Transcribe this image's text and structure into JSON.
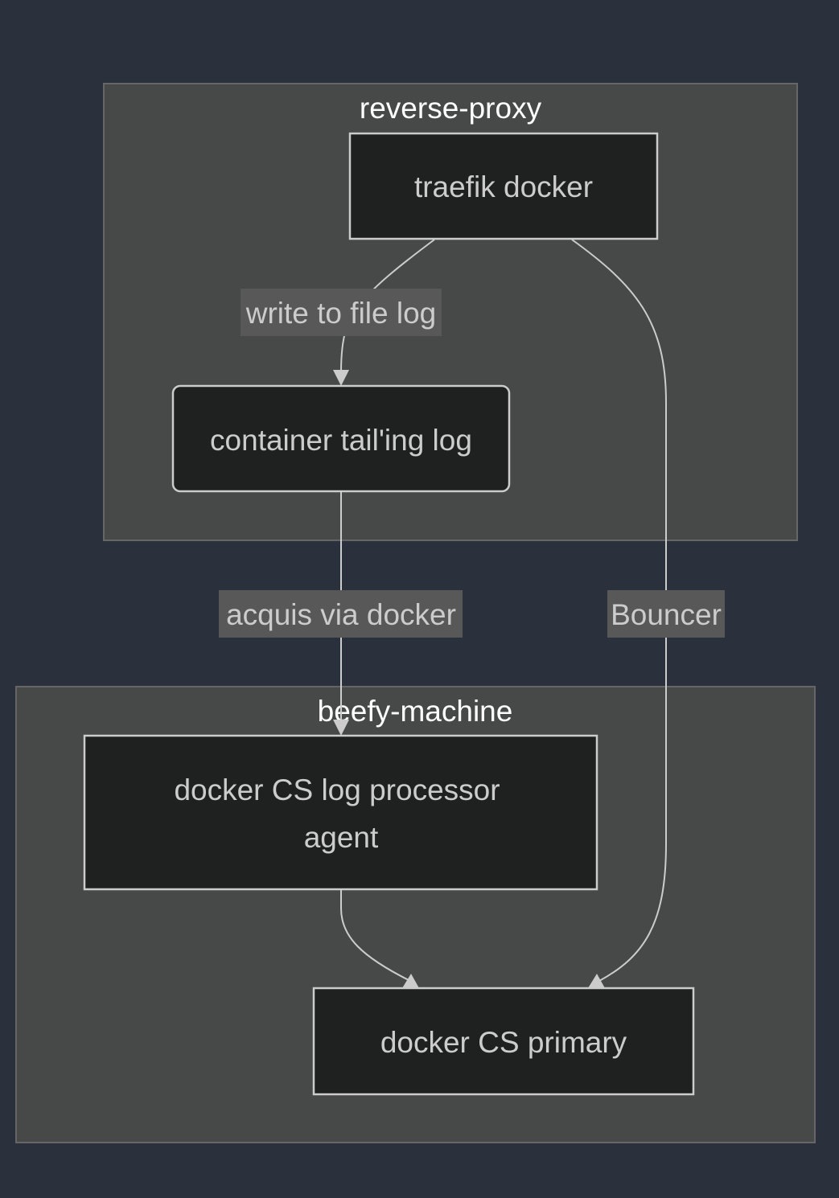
{
  "diagram": {
    "type": "flowchart",
    "direction": "top-down",
    "colors": {
      "background": "#2a303c",
      "cluster_fill": "#474948",
      "node_fill": "#1f2020",
      "line": "#cccccc",
      "edge_label_bg": "#585858"
    },
    "clusters": [
      {
        "id": "reverse_proxy",
        "label": "reverse-proxy"
      },
      {
        "id": "beefy_machine",
        "label": "beefy-machine"
      }
    ],
    "nodes": [
      {
        "id": "traefik",
        "label": "traefik docker",
        "cluster": "reverse-proxy",
        "shape": "rect"
      },
      {
        "id": "tailer",
        "label": "container tail'ing log",
        "cluster": "reverse-proxy",
        "shape": "rounded"
      },
      {
        "id": "agent",
        "label_lines": [
          "docker CS log processor",
          "agent"
        ],
        "cluster": "beefy-machine",
        "shape": "rect"
      },
      {
        "id": "primary",
        "label": "docker CS primary",
        "cluster": "beefy-machine",
        "shape": "rect"
      }
    ],
    "edges": [
      {
        "from": "traefik docker",
        "to": "container tail'ing log",
        "label": "write to file log"
      },
      {
        "from": "container tail'ing log",
        "to": "docker CS log processor agent",
        "label": "acquis via docker"
      },
      {
        "from": "traefik docker",
        "to": "docker CS primary",
        "label": "Bouncer"
      },
      {
        "from": "docker CS log processor agent",
        "to": "docker CS primary",
        "label": ""
      }
    ]
  }
}
